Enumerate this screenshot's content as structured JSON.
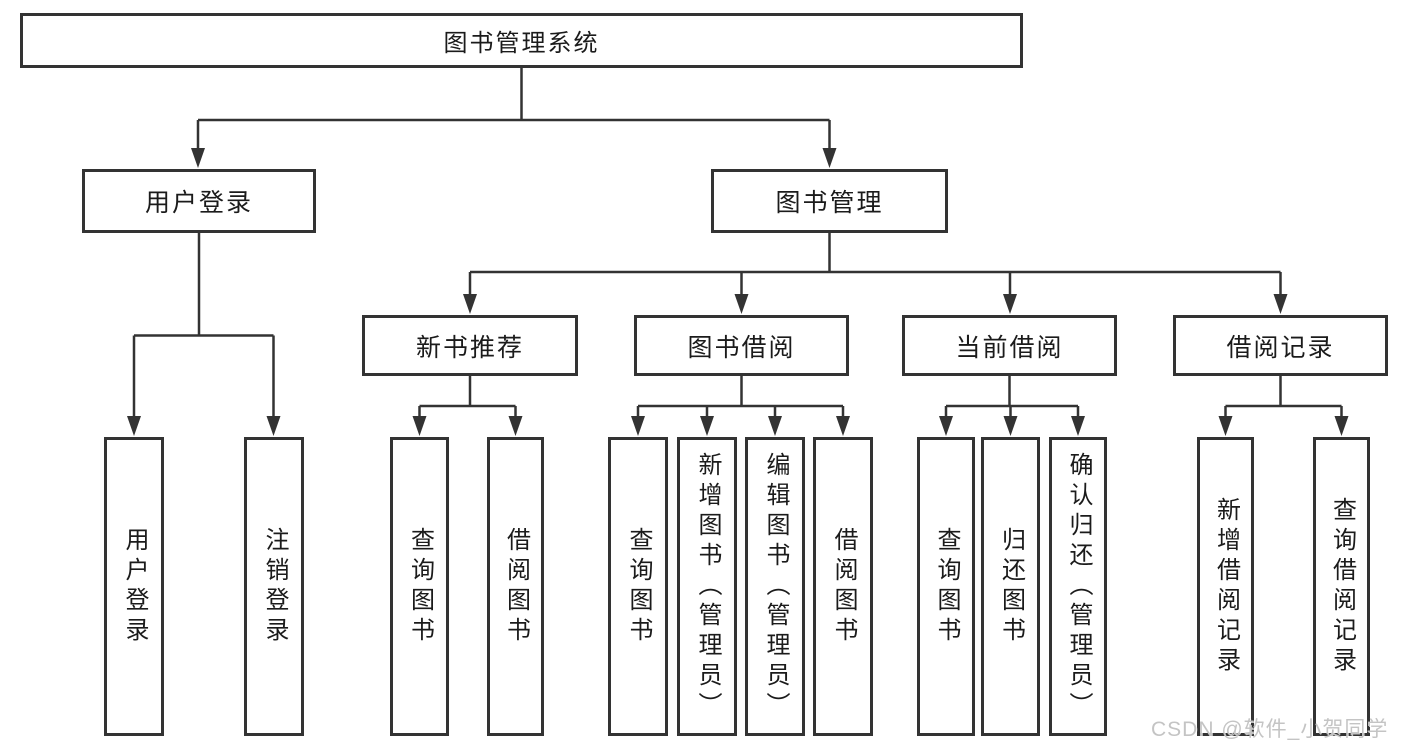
{
  "tree": {
    "root": {
      "label": "图书管理系统"
    },
    "branches": [
      {
        "label": "用户登录",
        "children": [
          {
            "label": "用户登录"
          },
          {
            "label": "注销登录"
          }
        ]
      },
      {
        "label": "图书管理",
        "children": [
          {
            "label": "新书推荐",
            "children": [
              {
                "label": "查询图书"
              },
              {
                "label": "借阅图书"
              }
            ]
          },
          {
            "label": "图书借阅",
            "children": [
              {
                "label": "查询图书"
              },
              {
                "label": "新增图书（管理员）"
              },
              {
                "label": "编辑图书（管理员）"
              },
              {
                "label": "借阅图书"
              }
            ]
          },
          {
            "label": "当前借阅",
            "children": [
              {
                "label": "查询图书"
              },
              {
                "label": "归还图书"
              },
              {
                "label": "确认归还（管理员）"
              }
            ]
          },
          {
            "label": "借阅记录",
            "children": [
              {
                "label": "新增借阅记录"
              },
              {
                "label": "查询借阅记录"
              }
            ]
          }
        ]
      }
    ]
  },
  "watermark": "CSDN @软件_小贺同学",
  "colors": {
    "line": "#333333",
    "text": "#1b1b1b",
    "watermark": "#c4c4c4",
    "background": "#ffffff"
  }
}
